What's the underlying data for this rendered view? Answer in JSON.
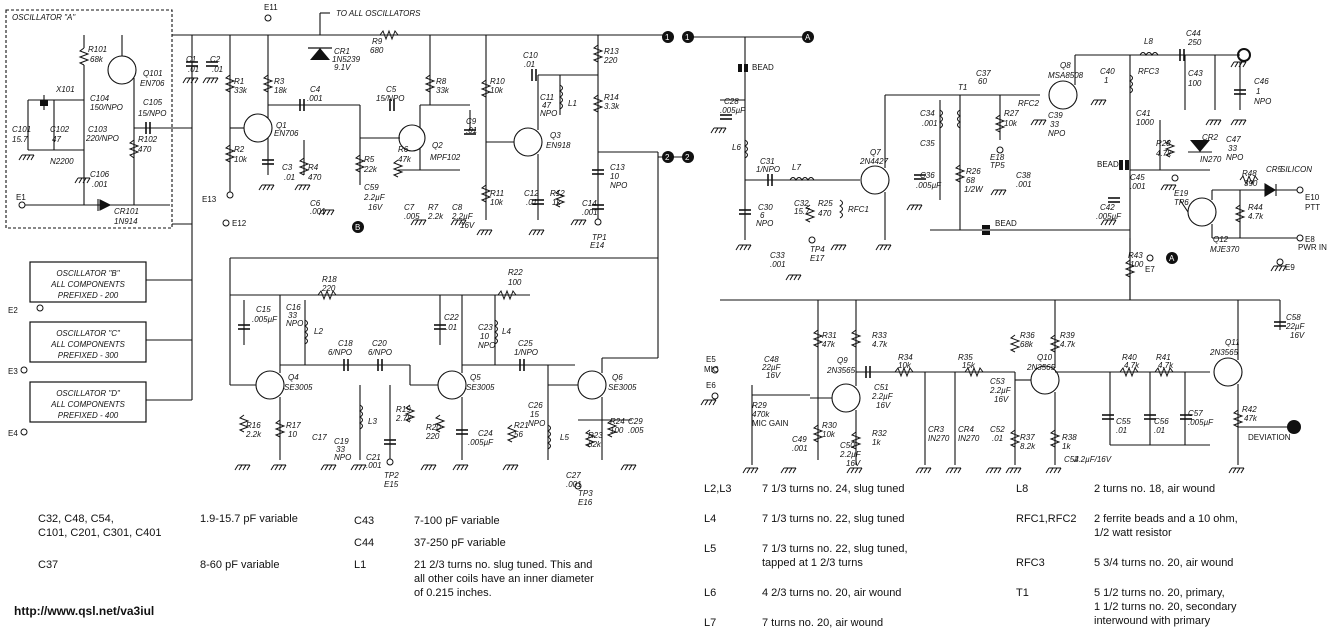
{
  "schematic": {
    "block_osc_a": "OSCILLATOR \"A\"",
    "to_all_osc": "TO ALL OSCILLATORS",
    "bead": "BEAD",
    "osc_b": [
      "OSCILLATOR \"B\"",
      "ALL COMPONENTS",
      "PREFIXED - 200"
    ],
    "osc_c": [
      "OSCILLATOR \"C\"",
      "ALL COMPONENTS",
      "PREFIXED - 300"
    ],
    "osc_d": [
      "OSCILLATOR \"D\"",
      "ALL COMPONENTS",
      "PREFIXED - 400"
    ],
    "terminals": {
      "e1": "E1",
      "e2": "E2",
      "e3": "E3",
      "e4": "E4",
      "e5": "E5",
      "e6": "E6",
      "e7": "E7",
      "e8": "E8",
      "e9": "E9",
      "e10": "E10",
      "e11": "E11",
      "e12": "E12",
      "e13": "E13"
    },
    "labels": {
      "mic": "MIC",
      "mic_gain": "MIC GAIN",
      "deviation": "DEVIATION",
      "ptt": "PTT",
      "pwr_in": "PWR IN",
      "q101": "Q101",
      "q101p": "EN706",
      "q1": "Q1",
      "q1p": "EN706",
      "q2": "Q2",
      "q2p": "MPF102",
      "q3": "Q3",
      "q3p": "EN918",
      "q4": "Q4",
      "q4p": "SE3005",
      "q5": "Q5",
      "q5p": "SE3005",
      "q6": "Q6",
      "q6p": "SE3005",
      "q7": "Q7",
      "q7p": "2N4427",
      "q8": "Q8",
      "q8p": "MSA8508",
      "q9": "Q9",
      "q9p": "2N3565",
      "q10": "Q10",
      "q10p": "2N3565",
      "q11": "Q11",
      "q11p": "2N3565",
      "q12": "Q12",
      "q12p": "MJE370",
      "cr1": "CR1",
      "cr1p": "1N5239",
      "cr1v": "9.1V",
      "cr101": "CR101",
      "cr101p": "1N914",
      "cr5": "CR5",
      "cr5p": "SILICON",
      "r9": "R9",
      "r9v": "680",
      "x101": "X101",
      "n2200": "N2200",
      "r101": "R101",
      "r101v": "68k",
      "r102": "R102",
      "r102v": "470",
      "c104": "C104",
      "c104v": "150/NPO",
      "c103": "C103",
      "c103v": "220/NPO",
      "c105": "C105",
      "c105v": "15/NPO",
      "c101": "C101",
      "c101v": "15.7",
      "c102": "C102",
      "c102v": "47",
      "c106": "C106",
      "c106v": ".001",
      "r1": "R1",
      "r1v": "33k",
      "r2": "R2",
      "r2v": "10k",
      "r3": "R3",
      "r3v": "18k",
      "r4": "R4",
      "r4v": "470",
      "c3": "C3",
      "c3v": ".01",
      "c4": "C4",
      "c4v": ".001",
      "c5": "C5",
      "c5v": "15/NPO",
      "r8": "R8",
      "r8v": "33k",
      "r5": "R5",
      "r5v": "22k",
      "r6": "R6",
      "r6v": "47k",
      "c59": "C59",
      "c59v": "2.2µF",
      "c59w": "16V",
      "c6": "C6",
      "c6v": ".001",
      "c7": "C7",
      "c7v": ".005",
      "r7": "R7",
      "r7v": "2.2k",
      "c8": "C8",
      "c8v": "2.2µF",
      "c8w": "16V",
      "c9": "C9",
      "c9v": ".01",
      "r10": "R10",
      "r10v": "10k",
      "c10": "C10",
      "c10v": ".01",
      "c11": "C11",
      "c11v": "47",
      "c11w": "NPO",
      "l1": "L1",
      "r13": "R13",
      "r13v": "220",
      "r14": "R14",
      "r14v": "3.3k",
      "r11": "R11",
      "r11v": "10k",
      "c12": "C12",
      "c12v": ".01",
      "r12": "R12",
      "r12v": "1k",
      "c13": "C13",
      "c13v": "10",
      "c13w": "NPO",
      "c14": "C14",
      "c14v": ".001",
      "tp1": "TP1",
      "e14": "E14",
      "c1": "C1",
      "c1v": ".01",
      "c2": "C2",
      "c2v": ".01",
      "r18": "R18",
      "r18v": "220",
      "r22": "R22",
      "r22v": "100",
      "c15": "C15",
      "c15v": ".005µF",
      "c16": "C16",
      "c16v": "33",
      "c16w": "NPO",
      "l2": "L2",
      "c18": "C18",
      "c18v": "6/NPO",
      "c20": "C20",
      "c20v": "6/NPO",
      "c22": "C22",
      "c22v": ".01",
      "c23": "C23",
      "c23v": "10",
      "c23w": "NPO",
      "l4": "L4",
      "c25": "C25",
      "c25v": "1/NPO",
      "r16": "R16",
      "r16v": "2.2k",
      "r17": "R17",
      "r17v": "10",
      "c17": "C17",
      "c19": "C19",
      "c19v": "33",
      "c19w": "NPO",
      "l3": "L3",
      "c21": "C21",
      "c21v": ".001",
      "r19": "R19",
      "r19v": "2.7k",
      "r20": "R20",
      "r20v": "220",
      "tp2": "TP2",
      "e15": "E15",
      "c24": "C24",
      "c24v": ".005µF",
      "r21": "R21",
      "r21v": "56",
      "c26": "C26",
      "c26v": "15",
      "c26w": "NPO",
      "l5": "L5",
      "r23": "R23",
      "r23v": "82k",
      "r24": "R24",
      "r24v": "100",
      "c29": "C29",
      "c29v": ".005",
      "c27": "C27",
      "c27v": ".001",
      "tp3": "TP3",
      "e16": "E16",
      "c28": "C28",
      "c28v": ".005µF",
      "l6": "L6",
      "c31": "C31",
      "c31v": "1/NPO",
      "l7": "L7",
      "c30": "C30",
      "c30v": "6",
      "c30w": "NPO",
      "c32": "C32",
      "c32v": "15.7",
      "r25": "R25",
      "r25v": "470",
      "rfc1": "RFC1",
      "c33": "C33",
      "c33v": ".001",
      "tp4": "TP4",
      "e17": "E17",
      "c37": "C37",
      "c37v": "60",
      "t1": "T1",
      "c34": "C34",
      "c34v": ".001",
      "c35": "C35",
      "c36": "C36",
      "c36v": ".005µF",
      "r26": "R26",
      "r26v": "68",
      "r26w": "1/2W",
      "r27": "R27",
      "r27v": "10k",
      "rfc2": "RFC2",
      "c39": "C39",
      "c39v": "33",
      "c39w": "NPO",
      "e18": "E18",
      "tp5": "TP5",
      "c38": "C38",
      "c38v": ".001",
      "l8": "L8",
      "c44": "C44",
      "c44v": "250",
      "c40": "C40",
      "c40v": "1",
      "rfc3": "RFC3",
      "c43": "C43",
      "c43v": "100",
      "c46": "C46",
      "c46v": "1",
      "c46w": "NPO",
      "c41": "C41",
      "c41v": "1000",
      "cr2": "CR2",
      "cr2p": "IN270",
      "c47": "C47",
      "c47v": "33",
      "c47w": "NPO",
      "r28": "R28",
      "r28v": "4.7k",
      "c45": "C45",
      "c45v": ".001",
      "c42": "C42",
      "c42v": ".005µF",
      "e19": "E19",
      "tp6": "TP6",
      "r48": "R48",
      "r48v": "390",
      "r44": "R44",
      "r44v": "4.7k",
      "r43": "R43",
      "r43v": "100",
      "c48": "C48",
      "c48v": "22µF",
      "c48w": "16V",
      "r29": "R29",
      "r29v": "470k",
      "c49": "C49",
      "c49v": ".001",
      "r31": "R31",
      "r31v": "47k",
      "r33": "R33",
      "r33v": "4.7k",
      "r30": "R30",
      "r30v": "10k",
      "c50": "C50",
      "c50v": "2.2µF",
      "c50w": "16V",
      "r32": "R32",
      "r32v": "1k",
      "c51": "C51",
      "c51v": "2.2µF",
      "c51w": "16V",
      "r34": "R34",
      "r34v": "10k",
      "r35": "R35",
      "r35v": "15k",
      "cr3": "CR3",
      "cr3p": "IN270",
      "cr4": "CR4",
      "cr4p": "IN270",
      "c52": "C52",
      "c52v": ".01",
      "c53": "C53",
      "c53v": "2.2µF",
      "c53w": "16V",
      "r36": "R36",
      "r36v": "68k",
      "r39": "R39",
      "r39v": "4.7k",
      "r37": "R37",
      "r37v": "8.2k",
      "r38": "R38",
      "r38v": "1k",
      "c54": "C54",
      "c54v": "2.2µF/16V",
      "r40": "R40",
      "r40v": "4.7k",
      "r41": "R41",
      "r41v": "4.7k",
      "c55": "C55",
      "c55v": ".01",
      "c56": "C56",
      "c56v": ".01",
      "c57": "C57",
      "c57v": ".005µF",
      "c58": "C58",
      "c58v": "22µF",
      "c58w": "16V",
      "r42": "R42",
      "r42v": "47k"
    },
    "node1": "1",
    "node2": "2",
    "nodeA": "A",
    "nodeB": "B"
  },
  "legend_left": {
    "r1_key": "C32, C48, C54,",
    "r1_key2": "C101, C201, C301, C401",
    "r1_val": "1.9-15.7 pF variable",
    "r2_key": "C37",
    "r2_val": "8-60 pF variable",
    "r3_key": "C43",
    "r3_val": "7-100 pF variable",
    "r4_key": "C44",
    "r4_val": "37-250 pF variable",
    "r5_key": "L1",
    "r5_val": [
      "21 2/3 turns no. slug tuned. This and",
      "all other coils have an inner diameter",
      "of 0.215 inches."
    ]
  },
  "legend_right": {
    "a_key": "L2,L3",
    "a_val": "7 1/3 turns no. 24, slug tuned",
    "b_key": "L4",
    "b_val": "7 1/3 turns no. 22, slug tuned",
    "c_key": "L5",
    "c_val": [
      "7 1/3 turns no. 22, slug tuned,",
      "tapped at 1 2/3 turns"
    ],
    "d_key": "L6",
    "d_val": "4 2/3 turns no. 20, air wound",
    "e_key": "L7",
    "e_val": "7 turns no. 20, air wound",
    "f_key": "L8",
    "f_val": "2 turns no. 18, air wound",
    "g_key": "RFC1,RFC2",
    "g_val": [
      "2 ferrite beads and a 10 ohm,",
      "1/2 watt resistor"
    ],
    "h_key": "RFC3",
    "h_val": "5 3/4 turns no. 20, air wound",
    "i_key": "T1",
    "i_val": [
      "5 1/2 turns no. 20, primary,",
      "1 1/2 turns no. 20, secondary",
      "interwound with primary"
    ]
  },
  "footer_url": "http://www.qsl.net/va3iul"
}
